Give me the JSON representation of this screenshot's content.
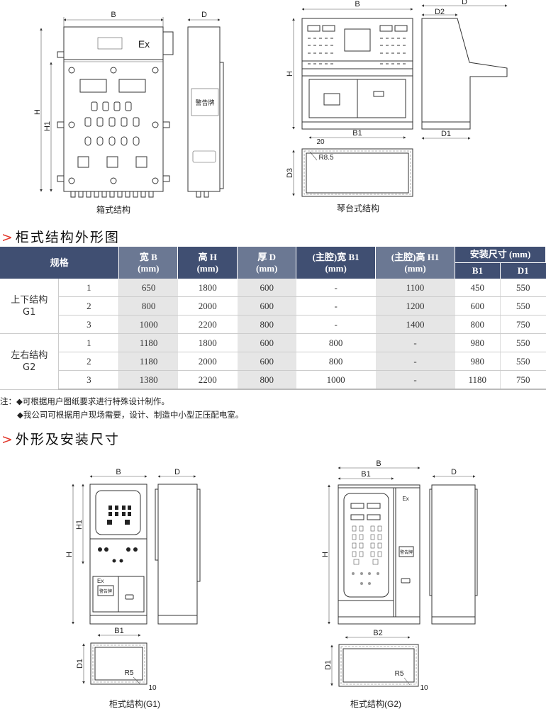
{
  "figures": {
    "box_type": {
      "caption": "箱式结构",
      "dims": [
        "B",
        "H",
        "H1",
        "D"
      ],
      "ex_mark": "Ex",
      "warning_plate": "警告牌"
    },
    "console_type": {
      "caption": "琴台式结构",
      "dims": [
        "B",
        "H",
        "D",
        "D2",
        "D1",
        "B1",
        "D3",
        "20",
        "R8.5"
      ]
    },
    "cabinet_g1": {
      "caption": "柜式结构(G1)",
      "dims": [
        "B",
        "H1",
        "H",
        "D",
        "B1",
        "D1",
        "R5",
        "10"
      ],
      "ex_mark": "Ex",
      "warning_plate": "警告牌"
    },
    "cabinet_g2": {
      "caption": "柜式结构(G2)",
      "dims": [
        "B",
        "B1",
        "H",
        "D",
        "B2",
        "D1",
        "R5",
        "10"
      ],
      "ex_mark": "Ex",
      "warning_plate": "警告牌"
    }
  },
  "section1_title": "柜式结构外形图",
  "section2_title": "外形及安装尺寸",
  "section_marker": ">",
  "table": {
    "headers": {
      "spec": "规格",
      "width": [
        "宽 B",
        "(mm)"
      ],
      "height": [
        "高 H",
        "(mm)"
      ],
      "depth": [
        "厚 D",
        "(mm)"
      ],
      "main_width": [
        "(主腔)宽 B1",
        "(mm)"
      ],
      "main_height": [
        "(主腔)高 H1",
        "(mm)"
      ],
      "install": "安装尺寸 (mm)",
      "install_b1": "B1",
      "install_d1": "D1"
    },
    "groups": [
      {
        "name": [
          "上下结构",
          "G1"
        ],
        "rows": [
          [
            "1",
            "650",
            "1800",
            "600",
            "-",
            "1100",
            "450",
            "550"
          ],
          [
            "2",
            "800",
            "2000",
            "600",
            "-",
            "1200",
            "600",
            "550"
          ],
          [
            "3",
            "1000",
            "2200",
            "800",
            "-",
            "1400",
            "800",
            "750"
          ]
        ]
      },
      {
        "name": [
          "左右结构",
          "G2"
        ],
        "rows": [
          [
            "1",
            "1180",
            "1800",
            "600",
            "800",
            "-",
            "980",
            "550"
          ],
          [
            "2",
            "1180",
            "2000",
            "600",
            "800",
            "-",
            "980",
            "550"
          ],
          [
            "3",
            "1380",
            "2200",
            "800",
            "1000",
            "-",
            "1180",
            "750"
          ]
        ]
      }
    ]
  },
  "notes": {
    "prefix": "注：",
    "items": [
      "◆可根据用户图纸要求进行特殊设计制作。",
      "◆我公司可根据用户现场需要，设计、制造中小型正压配电室。"
    ]
  },
  "colors": {
    "header_dark": "#404f72",
    "header_light": "#6b7893",
    "accent": "#e23a2e",
    "shade": "#e6e6e6"
  }
}
